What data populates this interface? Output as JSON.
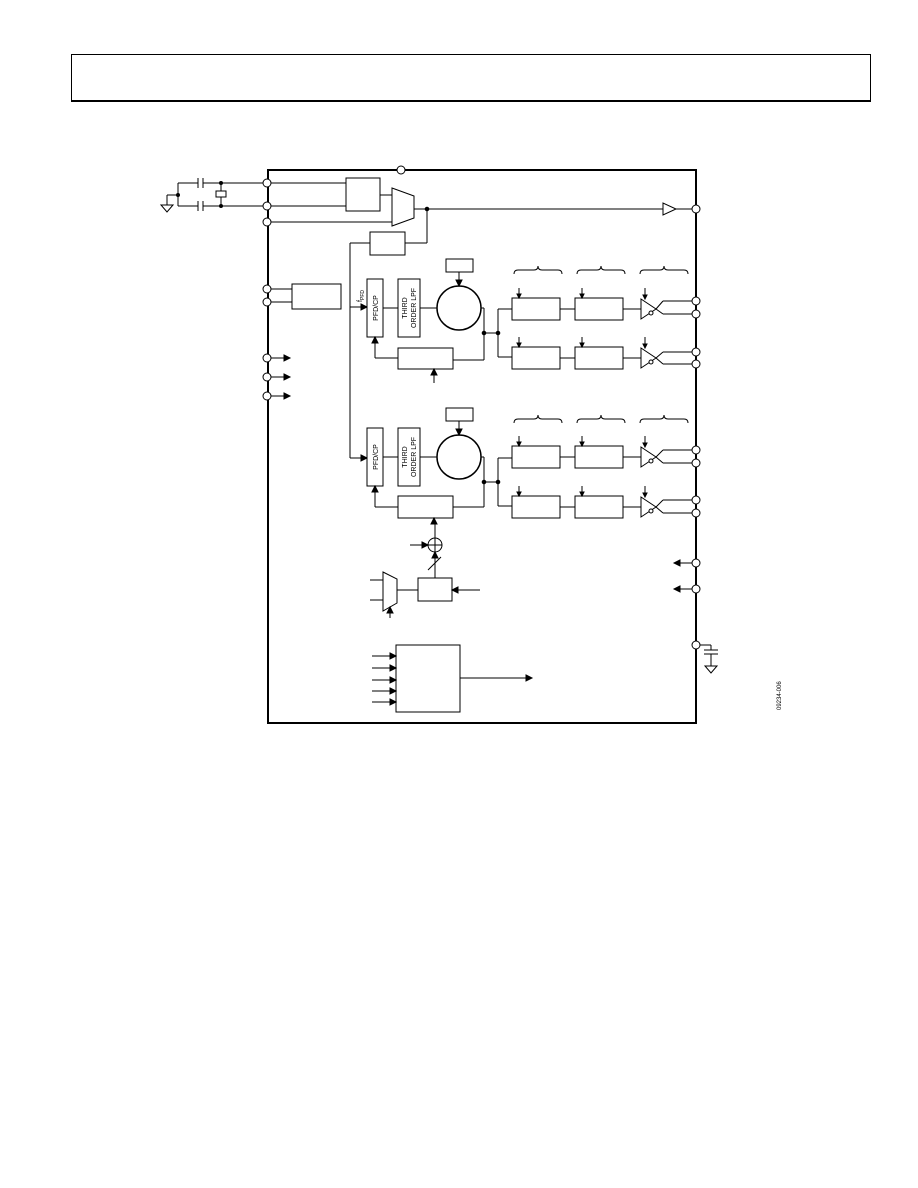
{
  "header": {
    "text": ""
  },
  "diagram": {
    "labels": {
      "pfd_cp": "PFD/CP",
      "lpf_line1": "THIRD",
      "lpf_line2": "ORDER LPF",
      "fpfd_f": "f",
      "fpfd_sub": "PFD"
    },
    "figure_id": "09234-006",
    "colors": {
      "line": "#000000",
      "background": "#ffffff"
    }
  }
}
